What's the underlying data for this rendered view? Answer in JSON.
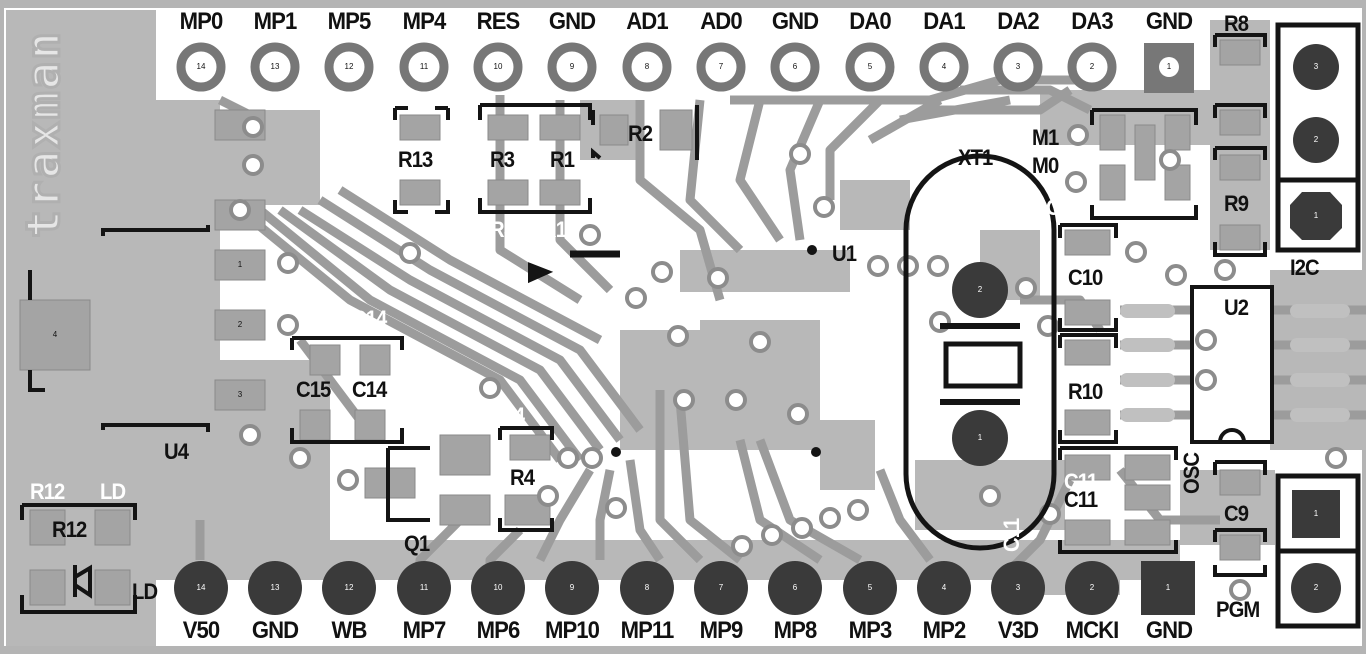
{
  "logo_text": "traxman",
  "top_header": {
    "labels": [
      "MP0",
      "MP1",
      "MP5",
      "MP4",
      "RES",
      "GND",
      "AD1",
      "AD0",
      "GND",
      "DA0",
      "DA1",
      "DA2",
      "DA3",
      "GND"
    ],
    "pin_numbers": [
      "14",
      "13",
      "12",
      "11",
      "10",
      "9",
      "8",
      "7",
      "6",
      "5",
      "4",
      "3",
      "2",
      "1"
    ]
  },
  "bottom_header": {
    "labels": [
      "V50",
      "GND",
      "WB",
      "MP7",
      "MP6",
      "MP10",
      "MP11",
      "MP9",
      "MP8",
      "MP3",
      "MP2",
      "V3D",
      "MCKI",
      "GND"
    ],
    "pin_numbers": [
      "14",
      "13",
      "12",
      "11",
      "10",
      "9",
      "8",
      "7",
      "6",
      "5",
      "4",
      "3",
      "2",
      "1"
    ]
  },
  "components": {
    "R13": "R13",
    "R3": "R3",
    "R1": "R1",
    "R2": "R2",
    "R2_ghost": "R2",
    "R3_ghost": "R3",
    "R1_ghost": "R1",
    "U1": "U1",
    "U4": "U4",
    "XT1": "XT1",
    "M1": "M1",
    "M0": "M0",
    "R8": "R8",
    "R9": "R9",
    "I2C": "I2C",
    "C10": "C10",
    "C10_ghost": "C10",
    "U2": "U2",
    "U2_ghost": "U2",
    "R10": "R10",
    "C11": "C11",
    "C11_ghost": "C11",
    "C11_rot": "C11",
    "OSC": "OSC",
    "C9": "C9",
    "C9_ghost": "C9",
    "PGM": "PGM",
    "C15": "C15",
    "C14": "C14",
    "C15_ghost": "C15",
    "C14_ghost": "C14",
    "R4": "R4",
    "R4_ghost": "R4",
    "Q1_ghost": "Q1",
    "Q1": "Q1",
    "R12": "R12",
    "R12_ghost": "R12",
    "LD": "LD",
    "LD_ghost": "LD"
  },
  "pad_numbers": {
    "i2c": [
      "3",
      "2",
      "1"
    ],
    "xt1": [
      "2",
      "1"
    ],
    "pgm": [
      "1",
      "2"
    ],
    "u4": [
      "4",
      "3",
      "2",
      "1"
    ]
  }
}
